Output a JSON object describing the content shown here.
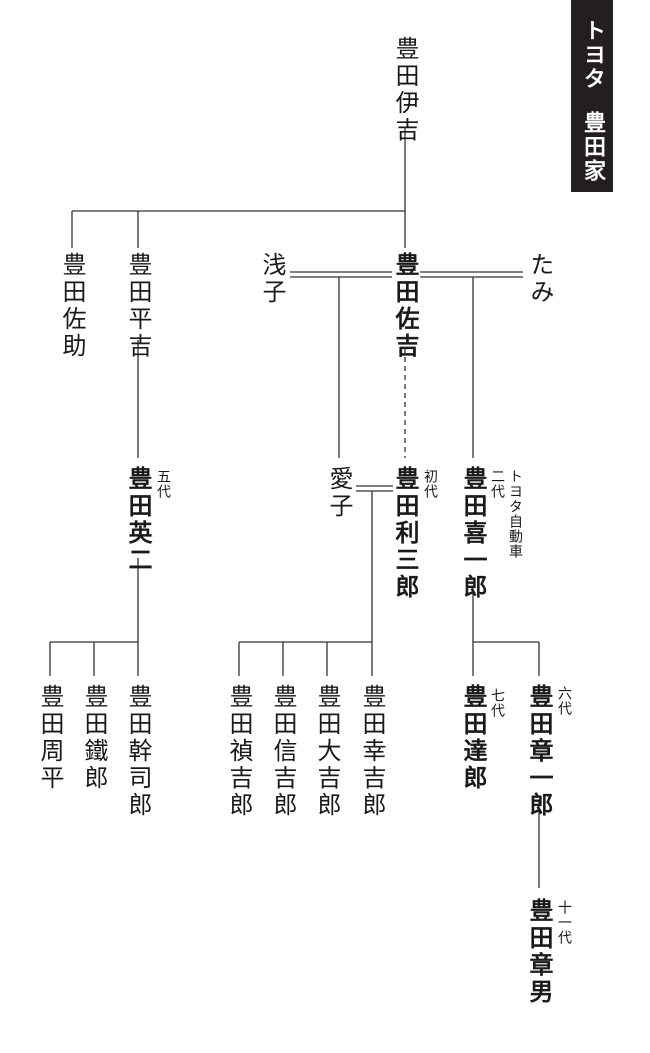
{
  "title": {
    "part1": "トヨタ",
    "part2": "豊田家"
  },
  "people": {
    "ikichi": "豊田伊吉",
    "sasuke_brother": "豊田佐助",
    "heikichi": "豊田平吉",
    "asako": "浅子",
    "sakichi": "豊田佐吉",
    "tami": "たみ",
    "eiji": "豊田英二",
    "aiko": "愛子",
    "risaburo": "豊田利三郎",
    "kiichiro": "豊田喜一郎",
    "shuhei": "豊田周平",
    "tetsuro": "豊田鐵郎",
    "kanshiro": "豊田幹司郎",
    "teikichiro": "豊田禎吉郎",
    "shinkichiro": "豊田信吉郎",
    "daikichiro": "豊田大吉郎",
    "kokichiro": "豊田幸吉郎",
    "tatsuro": "豊田達郎",
    "shoichiro": "豊田章一郎",
    "akio": "豊田章男"
  },
  "notes": {
    "eiji": "五代",
    "risaburo": "初代",
    "kiichiro_generation": "二代",
    "kiichiro_company": "トヨタ自動車",
    "tatsuro": "七代",
    "shoichiro": "六代",
    "akio": "十一代"
  },
  "colors": {
    "line": "#333333",
    "text": "#1a1a1a",
    "title_bg": "#231f20",
    "title_text": "#ffffff"
  }
}
